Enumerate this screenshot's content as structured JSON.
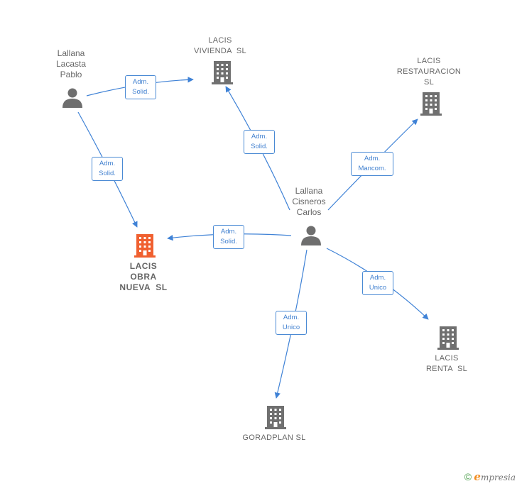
{
  "colors": {
    "edge": "#3f82d6",
    "company_icon": "#707070",
    "main_company_icon": "#f06030",
    "person_icon": "#6e6e6e"
  },
  "people": {
    "lallana_lacasta": [
      "Lallana",
      "Lacasta",
      "Pablo"
    ],
    "lallana_cisneros": [
      "Lallana",
      "Cisneros",
      "Carlos"
    ]
  },
  "companies": {
    "lacis_vivienda": [
      "LACIS",
      "VIVIENDA  SL"
    ],
    "lacis_restauracion": [
      "LACIS",
      "RESTAURACION",
      "SL"
    ],
    "lacis_obra_nueva": [
      "LACIS",
      "OBRA",
      "NUEVA  SL"
    ],
    "lacis_renta": [
      "LACIS",
      "RENTA  SL"
    ],
    "goradplan": [
      "GORADPLAN SL"
    ]
  },
  "edges": {
    "pablo_vivienda": [
      "Adm.",
      "Solid."
    ],
    "pablo_obra": [
      "Adm.",
      "Solid."
    ],
    "carlos_vivienda": [
      "Adm.",
      "Solid."
    ],
    "carlos_restauracion": [
      "Adm.",
      "Mancom."
    ],
    "carlos_obra": [
      "Adm.",
      "Solid."
    ],
    "carlos_renta": [
      "Adm.",
      "Unico"
    ],
    "carlos_goradplan": [
      "Adm.",
      "Unico"
    ]
  },
  "footer": {
    "copyright": "©",
    "brand_initial": "e",
    "brand_rest": "mpresia"
  }
}
